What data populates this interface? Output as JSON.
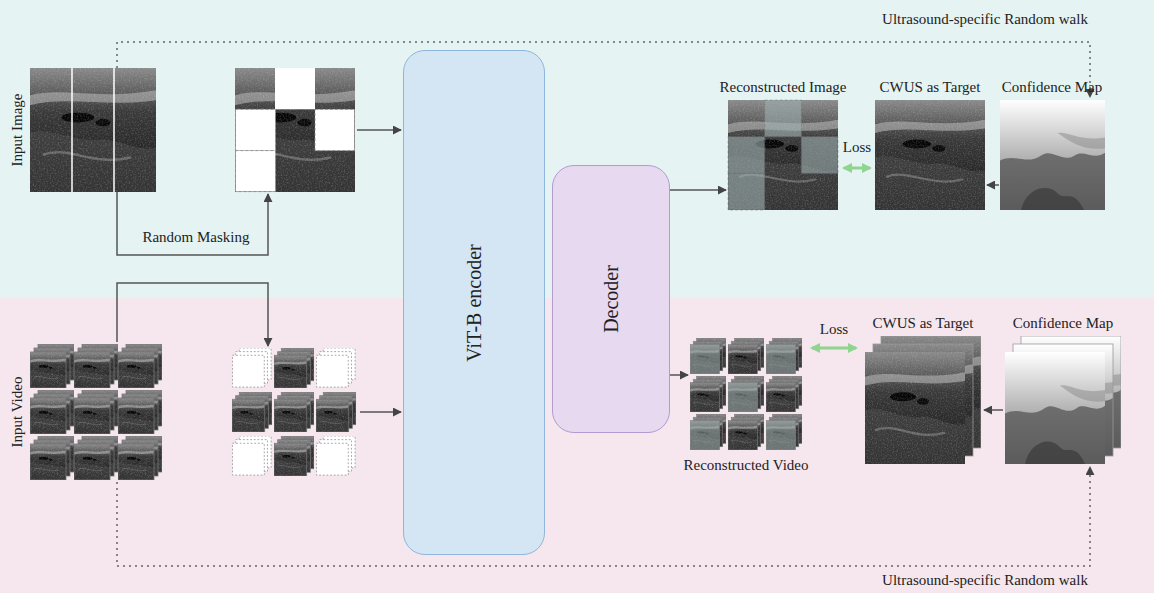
{
  "diagram": {
    "nodes": [
      {
        "text": [
          "ViT-B encoder"
        ]
      },
      {
        "text": [
          "Decoder"
        ]
      }
    ],
    "labels": [
      "Ultrasound-specific Random walk",
      "Input Image",
      "Random Masking",
      "Reconstructed Image",
      "Loss",
      "CWUS as Target",
      "Confidence Map",
      "Input Video",
      "Reconstructed Video",
      "Loss",
      "CWUS as Target",
      "Confidence Map",
      "Ultrasound-specific Random walk"
    ]
  }
}
